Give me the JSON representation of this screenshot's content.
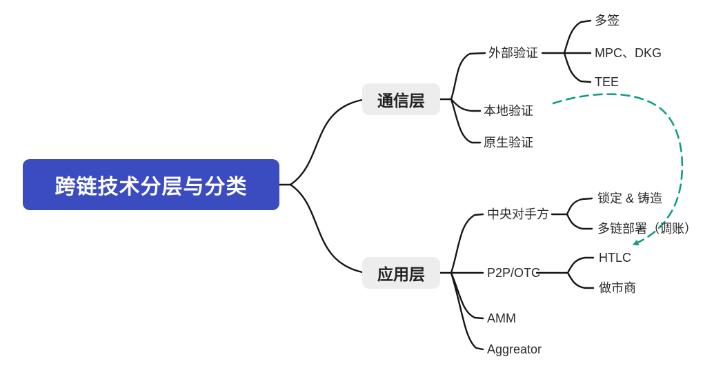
{
  "colors": {
    "root_bg": "#3B4BC0",
    "root_text": "#FFFFFF",
    "box_bg": "#EDEDEE",
    "box_text": "#222222",
    "line": "#161616",
    "arrow": "#129C88",
    "leaf_text": "#2A2A2A",
    "background": "#FFFFFF"
  },
  "mindmap": {
    "root": {
      "label": "跨链技术分层与分类"
    },
    "branches": [
      {
        "label": "通信层",
        "children": [
          {
            "label": "外部验证",
            "children": [
              {
                "label": "多签"
              },
              {
                "label": "MPC、DKG"
              },
              {
                "label": "TEE"
              }
            ]
          },
          {
            "label": "本地验证"
          },
          {
            "label": "原生验证"
          }
        ]
      },
      {
        "label": "应用层",
        "children": [
          {
            "label": "中央对手方",
            "children": [
              {
                "label": "锁定 & 铸造"
              },
              {
                "label": "多链部署（调账）"
              }
            ]
          },
          {
            "label": "P2P/OTC",
            "children": [
              {
                "label": "HTLC"
              },
              {
                "label": "做市商"
              }
            ]
          },
          {
            "label": "AMM"
          },
          {
            "label": "Aggreator"
          }
        ]
      }
    ],
    "annotation_arrow": {
      "from": "本地验证",
      "to": "多链部署（调账）",
      "style": "dashed-curve"
    }
  }
}
